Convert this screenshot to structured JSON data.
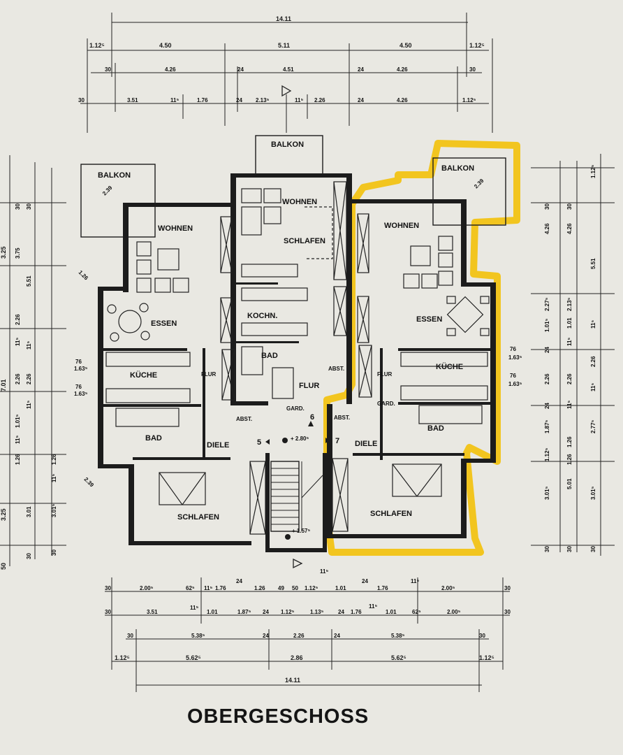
{
  "title": "OBERGESCHOSS",
  "colors": {
    "paper": "#e9e8e2",
    "ink": "#1c1c1c",
    "highlight": "#f2c314"
  },
  "top_dims": {
    "total": "14.11",
    "row1": [
      "1.12⁵",
      "4.50",
      "5.11",
      "4.50",
      "1.12⁵"
    ],
    "row2": [
      "30",
      "4.26",
      "24",
      "4.51",
      "24",
      "4.26",
      "30"
    ],
    "row3": [
      "30",
      "3.51",
      "11⁵",
      "1.76",
      "24",
      "2.13⁵",
      "11⁵",
      "2.26",
      "24",
      "4.26",
      "1.12⁵"
    ]
  },
  "bottom_dims": {
    "row1": [
      "30",
      "2.00⁵",
      "62⁵",
      "11⁵",
      "1.76",
      "24",
      "1.26",
      "49",
      "50",
      "1.12⁵",
      "1.01",
      "24",
      "1.76",
      "11⁵",
      "2.00⁵",
      "30"
    ],
    "row2": [
      "30",
      "3.51",
      "11⁵",
      "1.01",
      "1.87⁵",
      "24",
      "1.12⁵",
      "1.13⁵",
      "24",
      "1.76",
      "11⁵",
      "1.01",
      "62⁵",
      "2.00⁵",
      "30"
    ],
    "row3": [
      "30",
      "5.38⁵",
      "24",
      "2.26",
      "24",
      "5.38⁵",
      "30"
    ],
    "row4": [
      "1.12⁵",
      "5.62⁵",
      "2.86",
      "5.62⁵",
      "1.12⁵"
    ],
    "total": "14.11",
    "stair_note": "11⁵"
  },
  "left_dims": {
    "outer": [
      "3.25",
      "7.01",
      "3.25",
      "50"
    ],
    "mid": [
      "30",
      "5.51",
      "11⁵",
      "2.26",
      "11⁵",
      "3.01",
      "30"
    ],
    "inner": [
      "30",
      "3.75",
      "2.26",
      "11⁵",
      "2.26",
      "1.01⁵",
      "11⁵",
      "1.26",
      "1.26",
      "11⁵",
      "3.01⁵",
      "30"
    ]
  },
  "right_dims": {
    "outer": [
      "1.12⁵",
      "5.51",
      "11⁵",
      "2.26",
      "11⁵",
      "2.77⁵",
      "3.01⁵",
      "30"
    ],
    "mid": [
      "30",
      "4.26",
      "2.13⁵",
      "1.01",
      "11⁵",
      "2.26",
      "11⁵",
      "1.26",
      "1.26",
      "5.01",
      "30"
    ],
    "inner": [
      "30",
      "4.26",
      "2.27⁵",
      "1.01⁵",
      "24",
      "2.26",
      "24",
      "1.87⁵",
      "1.12⁵",
      "3.01⁵",
      "30"
    ]
  },
  "rooms": {
    "left": {
      "balkon": "BALKON",
      "wohnen": "WOHNEN",
      "essen": "ESSEN",
      "kueche": "KÜCHE",
      "flur": "FLUR",
      "bad": "BAD",
      "diele": "DIELE",
      "schlafen": "SCHLAFEN"
    },
    "middle": {
      "balkon": "BALKON",
      "wohnen": "WOHNEN",
      "schlafen": "SCHLAFEN",
      "kochn": "KOCHN.",
      "bad": "BAD",
      "flur": "FLUR",
      "abst": "ABST.",
      "gard": "GARD."
    },
    "right": {
      "balkon": "BALKON",
      "wohnen": "WOHNEN",
      "essen": "ESSEN",
      "kueche": "KÜCHE",
      "flur": "FLUR",
      "bad": "BAD",
      "diele": "DIELE",
      "schlafen": "SCHLAFEN",
      "abst": "ABST.",
      "gard": "GARD."
    },
    "left_abst": "ABST."
  },
  "stairs": {
    "landing_level": "+ 2.80⁵",
    "entry_level": "+ 1.57⁵",
    "unit5": "5",
    "unit6": "6",
    "unit7": "7"
  },
  "annotations": {
    "window_left_1": "76",
    "window_left_1b": "1.63⁵",
    "window_left_2": "76",
    "window_left_2b": "1.63⁵",
    "window_right_1": "76",
    "window_right_1b": "1.63⁵",
    "window_right_2": "76",
    "window_right_2b": "1.63⁵",
    "opening_a": "1.26",
    "opening_b": "2.39",
    "balkon_top_a": "2.39",
    "balkon_top_b": "2.39"
  }
}
